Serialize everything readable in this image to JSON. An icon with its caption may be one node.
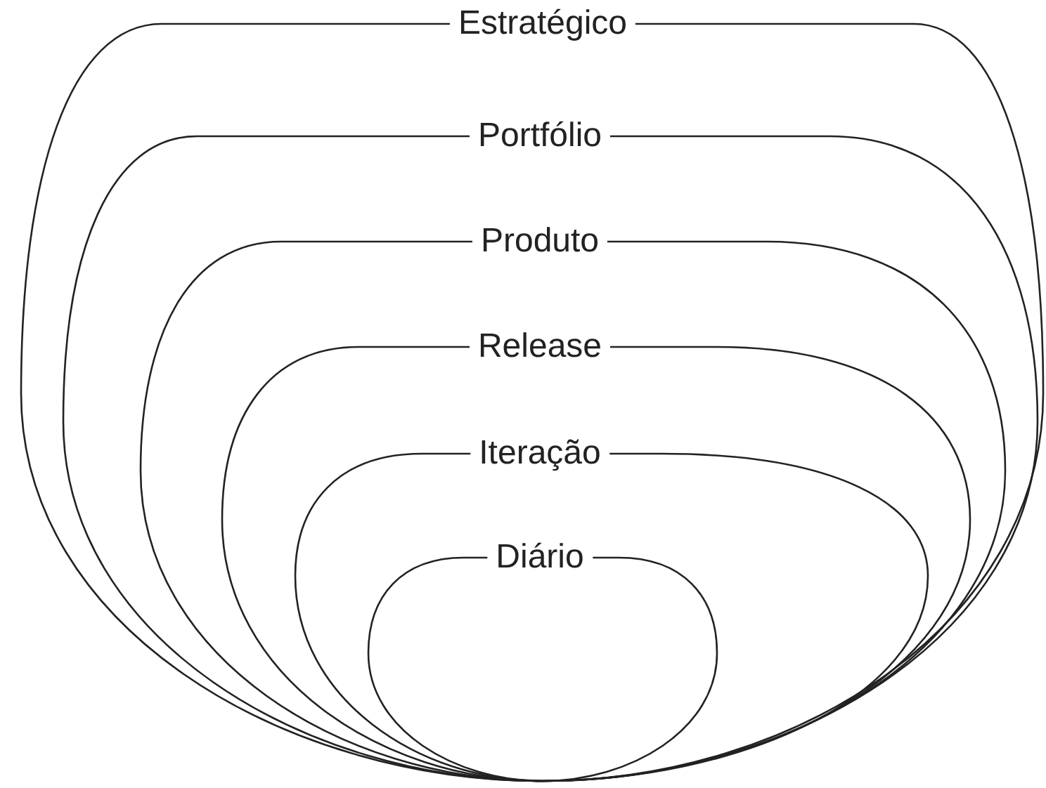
{
  "diagram": {
    "nodes": [
      {
        "text": [
          "Estratégico"
        ]
      },
      {
        "text": [
          "Portfólio"
        ],
        "in": 0
      },
      {
        "text": [
          "Produto"
        ],
        "in": 1
      },
      {
        "text": [
          "Release"
        ],
        "in": 2
      },
      {
        "text": [
          "Iteração"
        ],
        "in": 3
      },
      {
        "text": [
          "Diário"
        ],
        "in": 4
      }
    ]
  }
}
